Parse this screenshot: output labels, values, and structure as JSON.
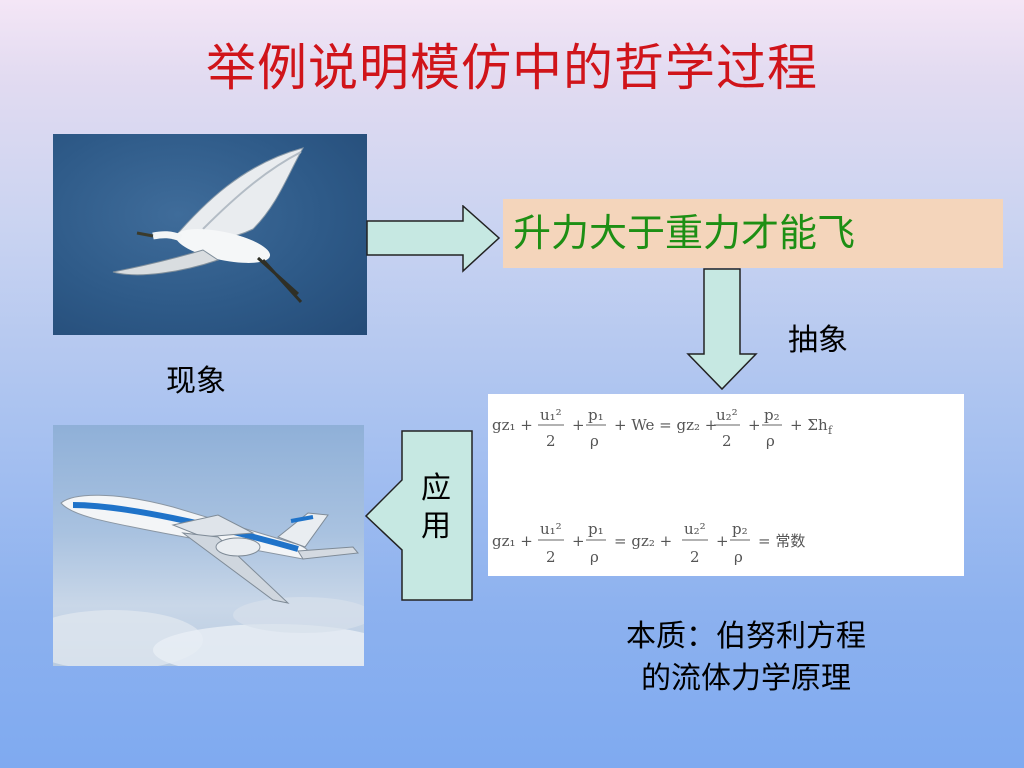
{
  "slide": {
    "title": "举例说明模仿中的哲学过程",
    "concept": "升力大于重力才能飞",
    "phenomenon_label": "现象",
    "abstract_label": "抽象",
    "apply_label_line1": "应",
    "apply_label_line2": "用",
    "essence_line1": "本质：伯努利方程",
    "essence_line2": "的流体力学原理"
  },
  "equations": {
    "eq1": "gz₁ + u₁²/2 + p₁/ρ + We = gz₂ + u₂²/2 + p₂/ρ + Σh_f",
    "eq2": "gz₁ + u₁²/2 + p₁/ρ = gz₂ + u₂²/2 + p₂/ρ = 常数"
  },
  "colors": {
    "title": "#d0141a",
    "concept_text": "#1d8f14",
    "concept_bg": "#f4d5bb",
    "arrow_fill": "#c6e8e2"
  },
  "icons": {
    "bird": "egret-in-flight-photo",
    "plane": "jet-airliner-photo"
  }
}
